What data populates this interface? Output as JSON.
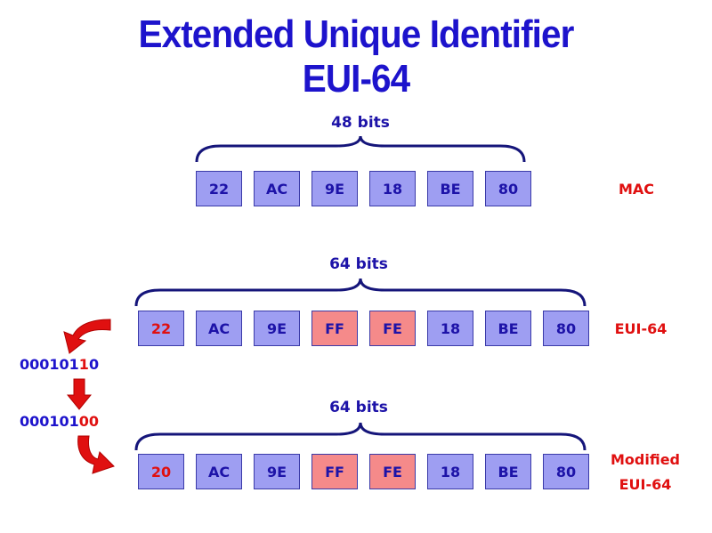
{
  "title": {
    "line1": "Extended Unique Identifier",
    "line2": "EUI-64"
  },
  "mac": {
    "bits_label": "48 bits",
    "cells": [
      "22",
      "AC",
      "9E",
      "18",
      "BE",
      "80"
    ],
    "label": "MAC"
  },
  "eui64": {
    "bits_label": "64 bits",
    "cells": [
      "22",
      "AC",
      "9E",
      "FF",
      "FE",
      "18",
      "BE",
      "80"
    ],
    "label": "EUI-64"
  },
  "modified": {
    "bits_label": "64 bits",
    "cells": [
      "20",
      "AC",
      "9E",
      "FF",
      "FE",
      "18",
      "BE",
      "80"
    ],
    "label_line1": "Modified",
    "label_line2": "EUI-64"
  },
  "binary_before": {
    "prefix": "000101",
    "flipped": "1",
    "suffix": "0"
  },
  "binary_after": {
    "prefix": "000101",
    "flipped": "00",
    "suffix": ""
  },
  "colors": {
    "title": "#1d13cc",
    "cell_fill": "#9e9ef2",
    "inserted_fill": "#f58a8a",
    "highlight_text": "#e01010",
    "arrow": "#e01010"
  }
}
